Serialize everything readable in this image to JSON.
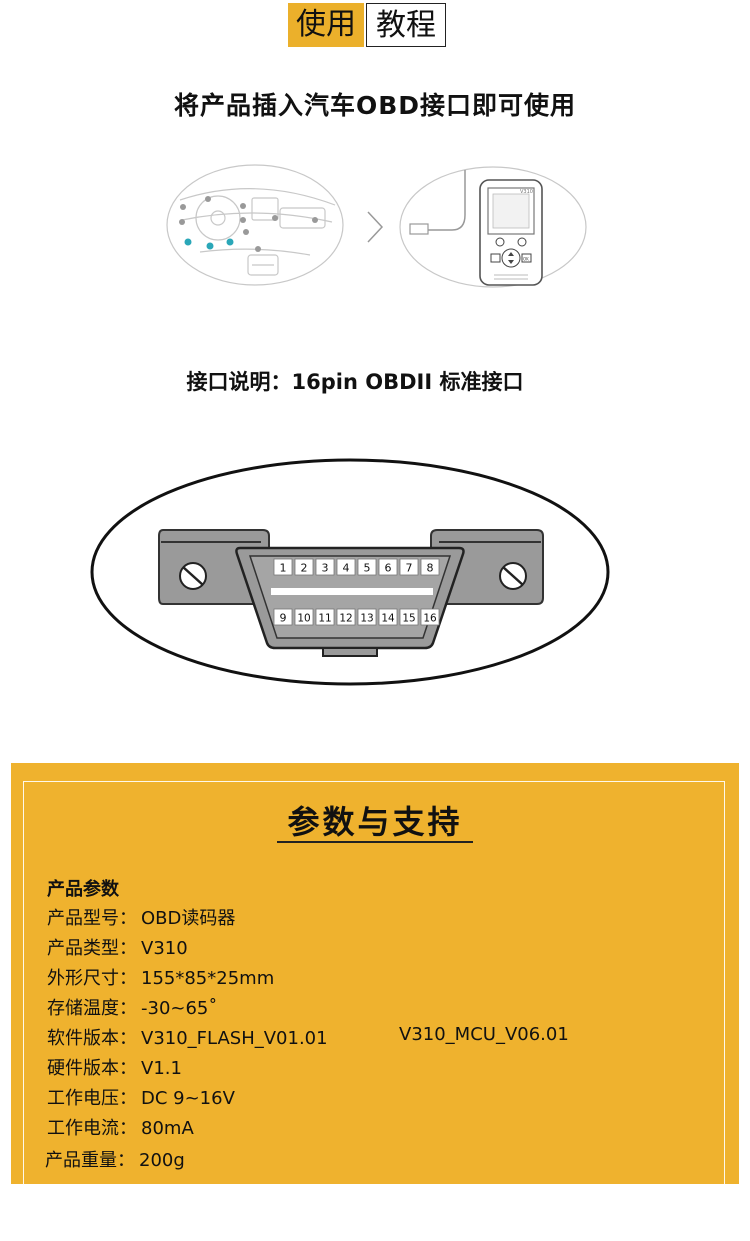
{
  "header": {
    "left_label": "使用",
    "right_label": "教程"
  },
  "usage": {
    "heading": "将产品插入汽车OBD接口即可使用",
    "device_model_label": "V310",
    "device_ok_label": "OK"
  },
  "interface": {
    "heading": "接口说明：16pin OBDII 标准接口",
    "pins_top": [
      "1",
      "2",
      "3",
      "4",
      "5",
      "6",
      "7",
      "8"
    ],
    "pins_bottom": [
      "9",
      "10",
      "11",
      "12",
      "13",
      "14",
      "15",
      "16"
    ]
  },
  "params": {
    "title": "参数与支持",
    "subtitle": "产品参数",
    "rows": [
      {
        "label": "产品型号：",
        "value": "OBD读码器"
      },
      {
        "label": "产品类型：",
        "value": "V310"
      },
      {
        "label": "外形尺寸：",
        "value": "155*85*25mm"
      },
      {
        "label": "存储温度：",
        "value": "-30~65˚"
      },
      {
        "label": "软件版本：",
        "value": "V310_FLASH_V01.01",
        "value2": "V310_MCU_V06.01"
      },
      {
        "label": "硬件版本：",
        "value": "V1.1"
      },
      {
        "label": "工作电压：",
        "value": "DC 9~16V"
      },
      {
        "label": "工作电流：",
        "value": "80mA"
      },
      {
        "label": "产品重量：",
        "value": "200g"
      }
    ]
  },
  "colors": {
    "accent": "#efb22e",
    "header_accent": "#ebb02b",
    "plug_gray": "#9a9a9a",
    "pin_teal": "#2aa7b8"
  }
}
